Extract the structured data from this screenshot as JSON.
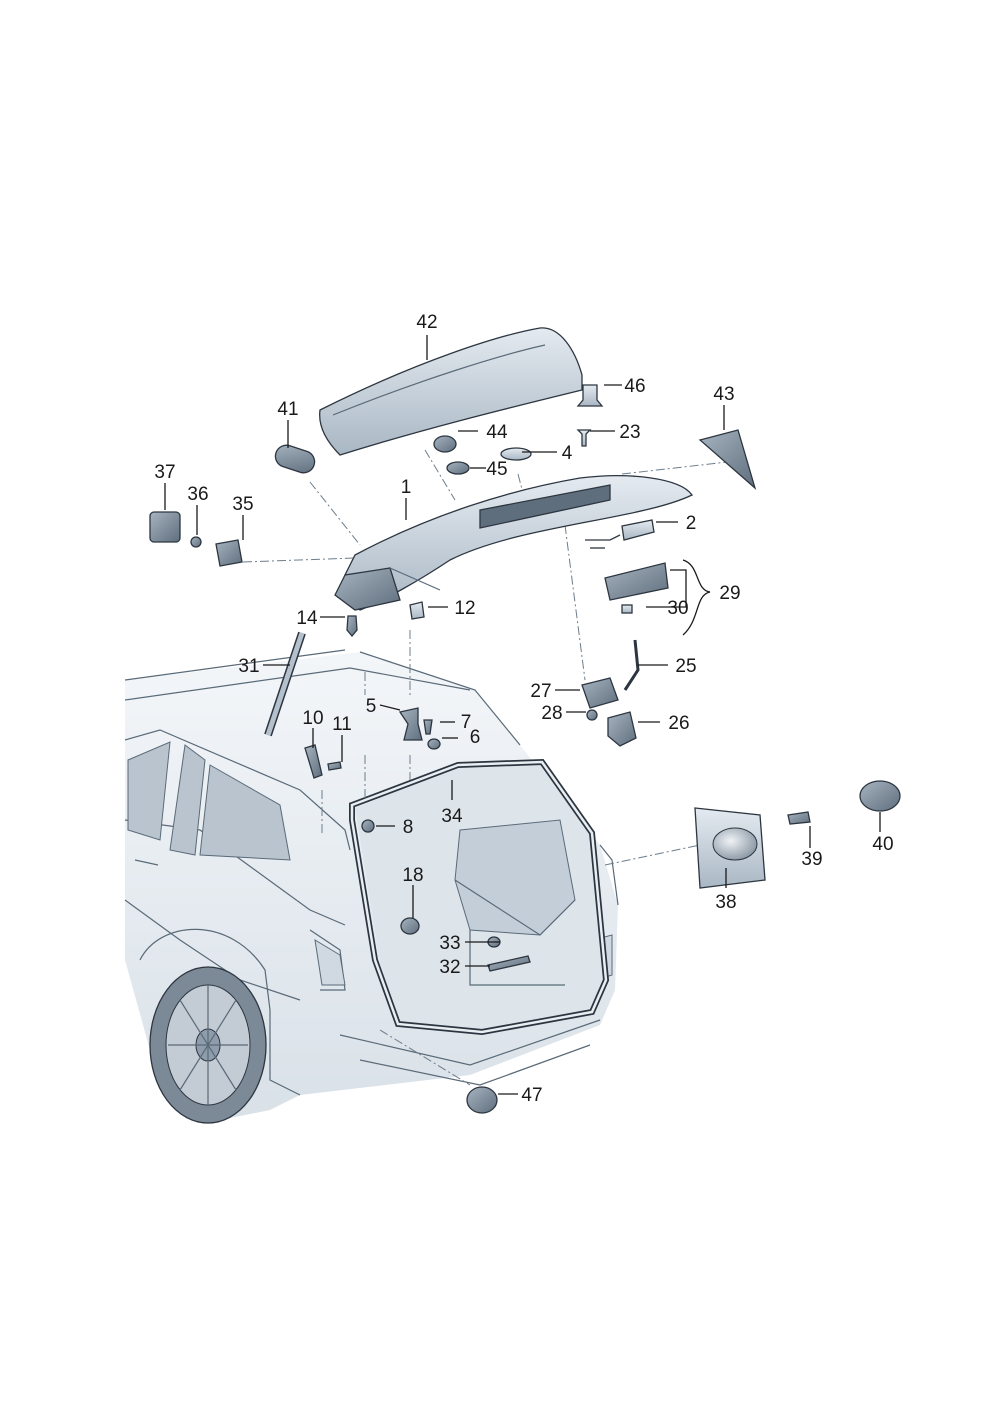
{
  "callouts": [
    "1",
    "2",
    "4",
    "5",
    "6",
    "7",
    "8",
    "10",
    "11",
    "12",
    "14",
    "18",
    "23",
    "25",
    "26",
    "27",
    "28",
    "29",
    "30",
    "31",
    "32",
    "33",
    "34",
    "35",
    "36",
    "37",
    "38",
    "39",
    "40",
    "41",
    "42",
    "43",
    "44",
    "45",
    "46",
    "47"
  ],
  "colors": {
    "part_fill": "#c7d2dc",
    "part_fill_dark": "#8e9cab",
    "part_fill_light": "#e6ecf1",
    "vehicle_fill": "#eef2f6",
    "outline": "#2d3640",
    "label": "#1a1a1a"
  }
}
